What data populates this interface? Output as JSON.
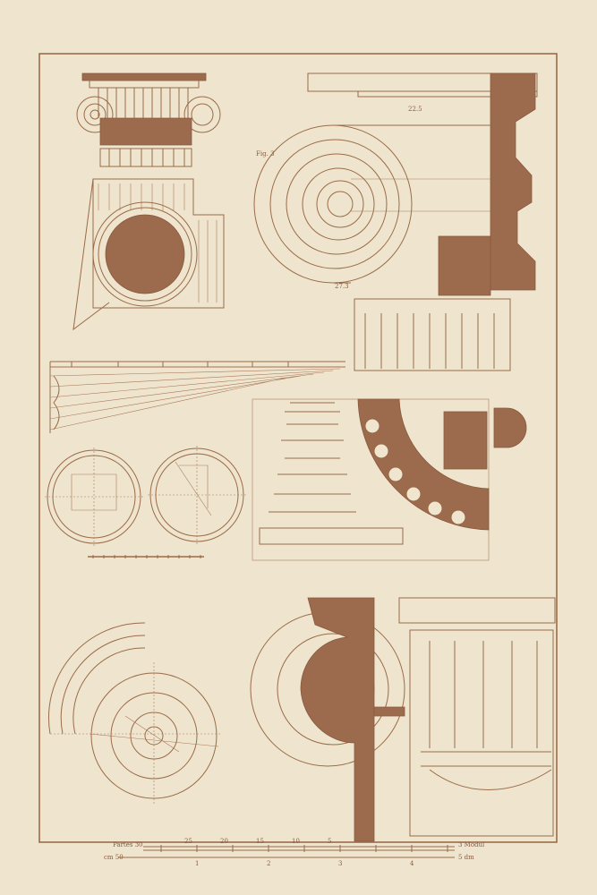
{
  "scale": {
    "top_left": "Partes 30",
    "top_right": "3 Modul",
    "bottom_left": "cm 50",
    "bottom_right": "5 dm",
    "top_ticks": [
      "25",
      "20",
      "15",
      "10",
      "5"
    ],
    "bottom_ticks": [
      "1",
      "2",
      "3",
      "4"
    ]
  },
  "marks": {
    "fig_label": "Fig. 3",
    "volute_top": "22.5",
    "volute_mid": "27.3"
  },
  "colors": {
    "paper": "#efe5cf",
    "ink": "#9c6a4c",
    "line": "#9a6b48"
  }
}
